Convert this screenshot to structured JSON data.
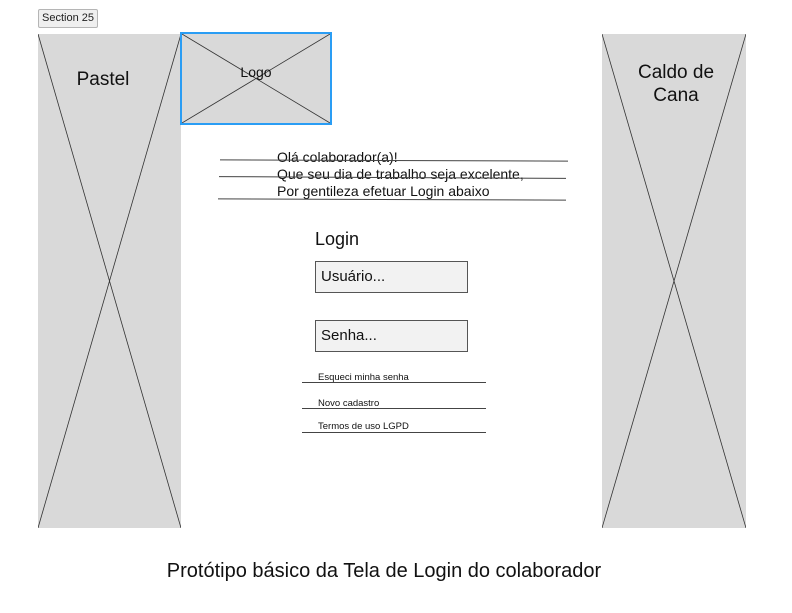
{
  "section_tag": "Section 25",
  "left_panel": {
    "label": "Pastel",
    "icon": "image-placeholder-icon"
  },
  "logo": {
    "label": "Logo",
    "icon": "image-placeholder-icon",
    "accent_color": "#2a9df4"
  },
  "right_panel": {
    "label_line1": "Caldo de",
    "label_line2": "Cana",
    "icon": "image-placeholder-icon"
  },
  "greeting": {
    "line1": "Olá colaborador(a)!",
    "line2": "Que seu dia de trabalho seja excelente,",
    "line3": "Por gentileza efetuar Login abaixo"
  },
  "login": {
    "title": "Login",
    "username_placeholder": "Usuário...",
    "password_placeholder": "Senha..."
  },
  "links": {
    "forgot_password": "Esqueci minha senha",
    "new_account": "Novo cadastro",
    "terms": "Termos de uso LGPD"
  },
  "caption": "Protótipo básico da Tela de Login do colaborador"
}
